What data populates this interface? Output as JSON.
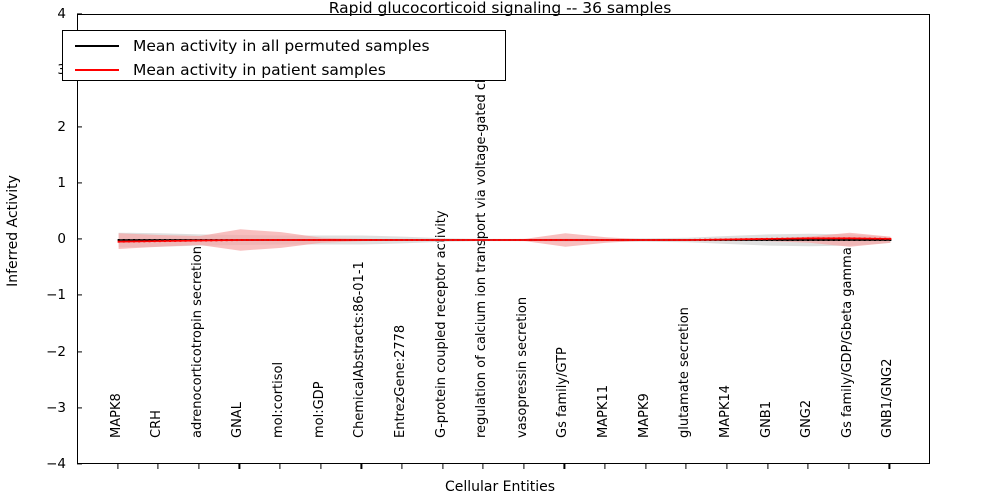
{
  "chart_data": {
    "type": "line",
    "title": "Rapid glucocorticoid signaling -- 36 samples",
    "xlabel": "Cellular Entities",
    "ylabel": "Inferred Activity",
    "ylim": [
      -4,
      4
    ],
    "yticks": [
      -4,
      -3,
      -2,
      -1,
      0,
      1,
      2,
      3,
      4
    ],
    "ytick_labels": [
      "−4",
      "−3",
      "−2",
      "−1",
      "0",
      "1",
      "2",
      "3",
      "4"
    ],
    "grid": false,
    "legend_position": "upper left",
    "categories": [
      "MAPK8",
      "CRH",
      "adrenocorticotropin secretion",
      "GNAL",
      "mol:cortisol",
      "mol:GDP",
      "ChemicalAbstracts:86-01-1",
      "EntrezGene:2778",
      "G-protein coupled receptor activity",
      "regulation of calcium ion transport via voltage-gated cha",
      "vasopressin secretion",
      "Gs family/GTP",
      "MAPK11",
      "MAPK9",
      "glutamate secretion",
      "MAPK14",
      "GNB1",
      "GNG2",
      "Gs family/GDP/Gbeta gamma",
      "GNB1/GNG2"
    ],
    "series": [
      {
        "name": "Mean activity in all permuted samples",
        "color": "#000000",
        "band_color": "#d9d9d9",
        "values": [
          0.0,
          0.0,
          0.0,
          0.0,
          0.0,
          0.0,
          0.0,
          0.0,
          0.0,
          0.0,
          0.0,
          0.0,
          0.0,
          0.0,
          0.0,
          0.0,
          0.0,
          0.0,
          0.0,
          0.0
        ],
        "band_upper": [
          0.13,
          0.12,
          0.1,
          0.09,
          0.08,
          0.08,
          0.08,
          0.06,
          0.03,
          0.02,
          0.02,
          0.03,
          0.03,
          0.03,
          0.04,
          0.07,
          0.1,
          0.11,
          0.1,
          0.05
        ],
        "band_lower": [
          -0.13,
          -0.12,
          -0.1,
          -0.09,
          -0.08,
          -0.08,
          -0.08,
          -0.06,
          -0.03,
          -0.02,
          -0.02,
          -0.03,
          -0.03,
          -0.03,
          -0.04,
          -0.07,
          -0.1,
          -0.11,
          -0.1,
          -0.05
        ]
      },
      {
        "name": "Mean activity in patient samples",
        "color": "#ff0000",
        "band_color": "#f5a6a6",
        "values": [
          -0.03,
          -0.02,
          -0.01,
          0.0,
          0.0,
          0.0,
          0.0,
          0.0,
          0.0,
          0.0,
          0.0,
          0.0,
          0.0,
          0.0,
          0.0,
          0.01,
          0.02,
          0.03,
          0.03,
          0.02
        ],
        "band_upper": [
          0.12,
          0.09,
          0.07,
          0.19,
          0.14,
          0.04,
          0.02,
          0.01,
          0.01,
          0.01,
          0.02,
          0.12,
          0.05,
          0.01,
          0.01,
          0.01,
          0.02,
          0.06,
          0.13,
          0.06
        ],
        "band_lower": [
          -0.16,
          -0.12,
          -0.09,
          -0.19,
          -0.14,
          -0.05,
          -0.02,
          -0.01,
          -0.01,
          -0.01,
          -0.02,
          -0.12,
          -0.05,
          -0.01,
          -0.01,
          -0.01,
          -0.02,
          -0.05,
          -0.12,
          -0.05
        ]
      }
    ]
  },
  "legend": {
    "entries": [
      {
        "label": "Mean activity in all permuted samples",
        "color": "#000000"
      },
      {
        "label": "Mean activity in patient samples",
        "color": "#ff0000"
      }
    ]
  }
}
